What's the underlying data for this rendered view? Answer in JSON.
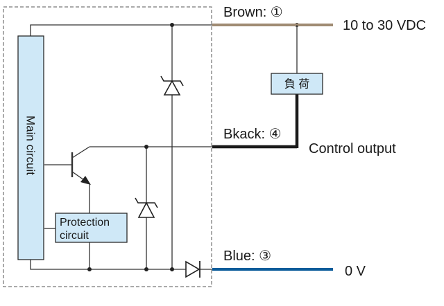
{
  "labels": {
    "brown": "Brown: ①",
    "black": "Bkack: ④",
    "blue": "Blue: ③",
    "supply": "10 to 30 VDC",
    "control_output": "Control output",
    "zero_v": "0 V",
    "main_circuit": "Main circuit",
    "protection_line1": "Protection",
    "protection_line2": "circuit",
    "load": "負 荷"
  },
  "colors": {
    "brown_wire": "#a08b73",
    "black_wire": "#1a1a1a",
    "blue_wire": "#0a5c9a",
    "box_fill": "#cfe8f7"
  }
}
